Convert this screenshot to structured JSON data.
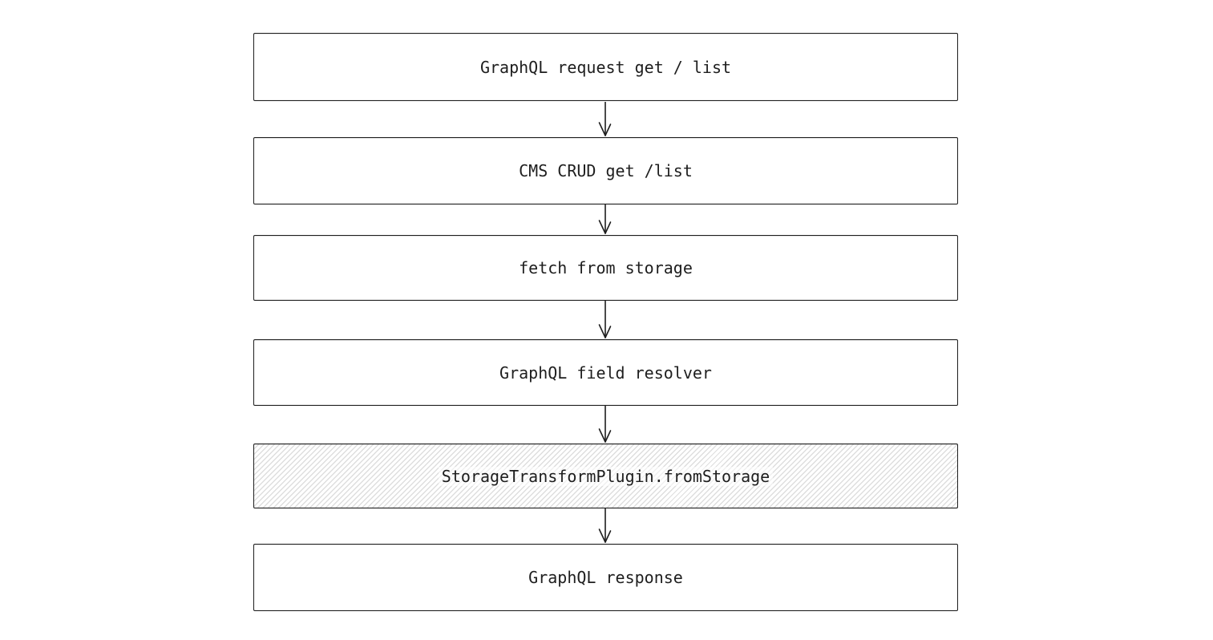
{
  "canvas": {
    "colors": {
      "bg": "#ffffff",
      "stroke": "#1e1e1e",
      "text": "#1e1e1e",
      "hatch": "#dedede"
    }
  },
  "diagram": {
    "type": "flowchart",
    "direction": "top-down",
    "style": "hand-drawn",
    "nodes": [
      {
        "id": "graphql-request",
        "label": "GraphQL request get / list",
        "fill": "solid-white"
      },
      {
        "id": "cms-crud",
        "label": "CMS CRUD get /list",
        "fill": "solid-white"
      },
      {
        "id": "fetch-from-storage",
        "label": "fetch from storage",
        "fill": "solid-white"
      },
      {
        "id": "graphql-field-resolver",
        "label": "GraphQL field resolver",
        "fill": "solid-white"
      },
      {
        "id": "storage-transform-plugin",
        "label": "StorageTransformPlugin.fromStorage",
        "fill": "diagonal-hatch"
      },
      {
        "id": "graphql-response",
        "label": "GraphQL response",
        "fill": "solid-white"
      }
    ],
    "edges": [
      {
        "from": "graphql-request",
        "to": "cms-crud",
        "style": "arrow-down"
      },
      {
        "from": "cms-crud",
        "to": "fetch-from-storage",
        "style": "arrow-down"
      },
      {
        "from": "fetch-from-storage",
        "to": "graphql-field-resolver",
        "style": "arrow-down"
      },
      {
        "from": "graphql-field-resolver",
        "to": "storage-transform-plugin",
        "style": "arrow-down"
      },
      {
        "from": "storage-transform-plugin",
        "to": "graphql-response",
        "style": "arrow-down"
      }
    ]
  }
}
